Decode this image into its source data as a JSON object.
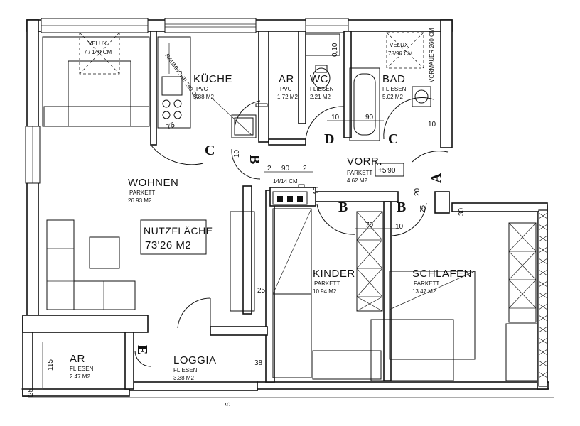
{
  "rooms": {
    "kueche": {
      "name": "KÜCHE",
      "floor": "PVC",
      "area": "5.88 M2"
    },
    "ar_top": {
      "name": "AR",
      "floor": "PVC",
      "area": "1.72 M2"
    },
    "wc": {
      "name": "WC",
      "floor": "FLIESEN",
      "area": "2.21 M2"
    },
    "bad": {
      "name": "BAD",
      "floor": "FLIESEN",
      "area": "5.02 M2"
    },
    "wohnen": {
      "name": "WOHNEN",
      "floor": "PARKETT",
      "area": "26.93 M2"
    },
    "vorr": {
      "name": "VORR.",
      "floor": "PARKETT",
      "area": "4.62 M2"
    },
    "kinder": {
      "name": "KINDER",
      "floor": "PARKETT",
      "area": "10.94 M2"
    },
    "schlafen": {
      "name": "SCHLAFEN",
      "floor": "PARKETT",
      "area": "13.47 M2"
    },
    "ar_bottom": {
      "name": "AR",
      "floor": "FLIESEN",
      "area": "2.47 M2"
    },
    "loggia": {
      "name": "LOGGIA",
      "floor": "FLIESEN",
      "area": "3.38 M2"
    }
  },
  "nutzflaeche": {
    "label": "NUTZFLÄCHE",
    "value": "73'26  M2"
  },
  "level_marker": "+5'90",
  "velux_left": {
    "line1": "VELUX",
    "line2": "7 / 140 CM"
  },
  "velux_right": {
    "line1": "VELUX",
    "line2": "78/98 CM"
  },
  "notes": {
    "raumhoehe": "RAUMHÖHE 260 CM",
    "vormauer": "VORMAUER 260 CM",
    "vent": "14/14 CM"
  },
  "door_letters": {
    "c_kitchen": "C",
    "b_kitchen": "B",
    "d_wc": "D",
    "c_bad": "C",
    "a_entry": "A",
    "b_kinder": "B",
    "b_schlafen": "B",
    "e_ar": "E"
  },
  "dimensions": {
    "d75": "75",
    "d10a": "10",
    "d10b": "10",
    "d90a": "90",
    "d10c": "10",
    "d90b": "90",
    "d2a": "2",
    "d2b": "2",
    "d13": "13",
    "d20": "20",
    "d25a": "25",
    "d30": "30",
    "d70": "70",
    "d10d": "10",
    "d25b": "25",
    "d38": "38",
    "d115": "115",
    "d25c": "25",
    "d5": "5",
    "d010": "0,10"
  }
}
